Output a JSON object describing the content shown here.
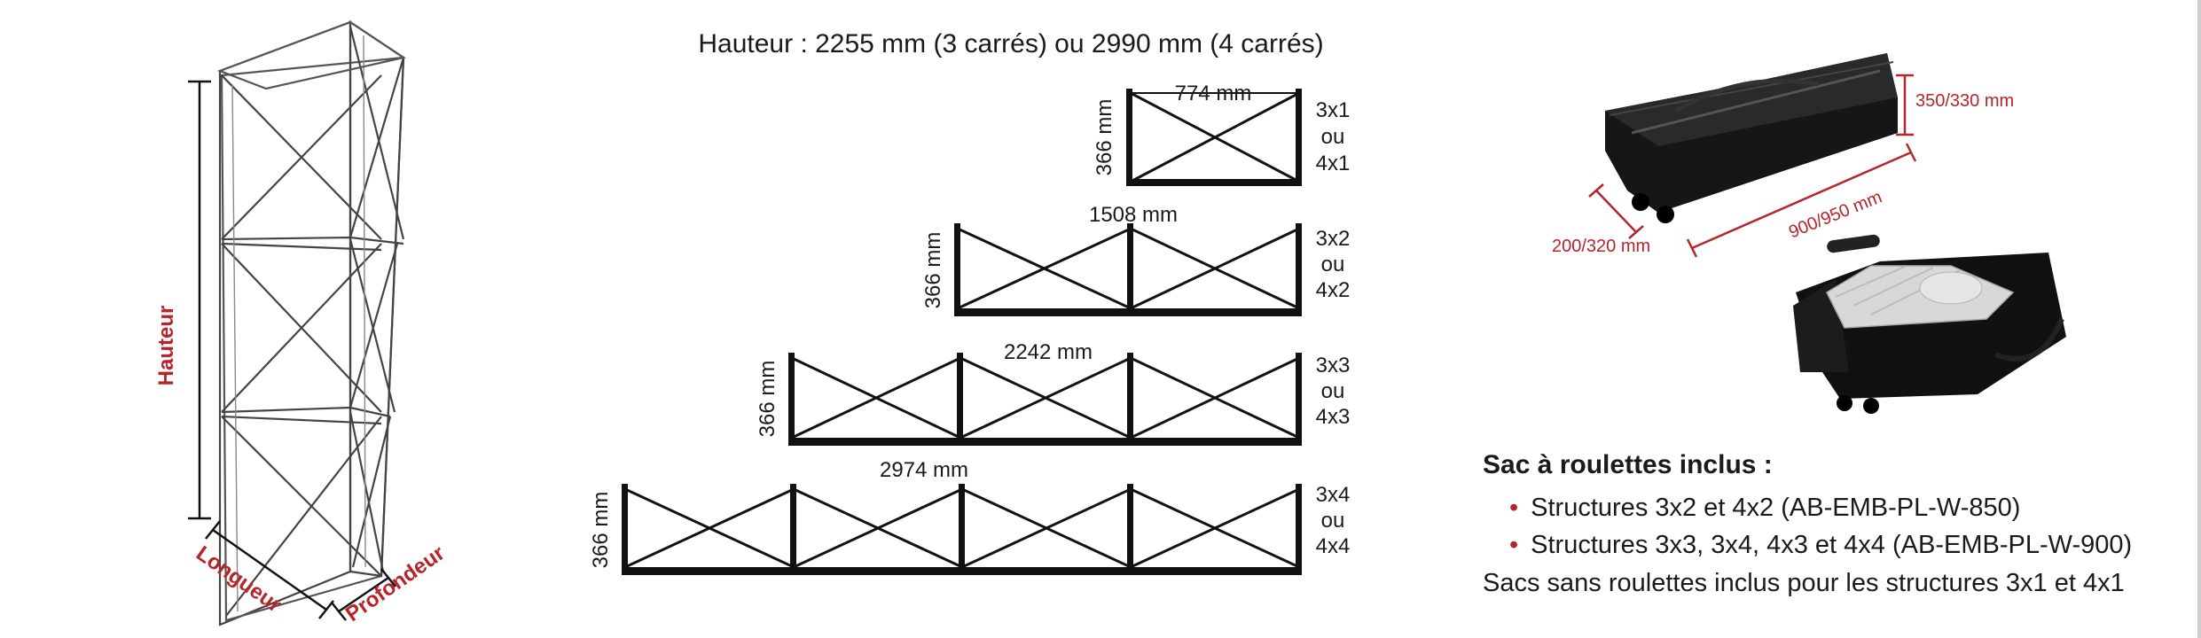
{
  "structure_labels": {
    "height": "Hauteur",
    "length": "Longueur",
    "depth": "Profondeur"
  },
  "heading": "Hauteur : 2255 mm (3 carrés) ou 2990 mm (4 carrés)",
  "frames": [
    {
      "width": "774 mm",
      "height": "366 mm",
      "config_1": "3x1",
      "config_or": "ou",
      "config_2": "4x1"
    },
    {
      "width": "1508 mm",
      "height": "366 mm",
      "config_1": "3x2",
      "config_or": "ou",
      "config_2": "4x2"
    },
    {
      "width": "2242 mm",
      "height": "366 mm",
      "config_1": "3x3",
      "config_or": "ou",
      "config_2": "4x3"
    },
    {
      "width": "2974 mm",
      "height": "366 mm",
      "config_1": "3x4",
      "config_or": "ou",
      "config_2": "4x4"
    }
  ],
  "bag_dims": {
    "height": "350/330 mm",
    "depth": "200/320 mm",
    "length": "900/950 mm"
  },
  "info": {
    "title": "Sac à roulettes inclus :",
    "items": [
      "Structures 3x2 et 4x2 (AB-EMB-PL-W-850)",
      "Structures 3x3, 3x4, 4x3 et 4x4 (AB-EMB-PL-W-900)"
    ],
    "note": "Sacs sans roulettes inclus pour les structures 3x1 et 4x1"
  },
  "colors": {
    "accent": "#b5252a",
    "ink": "#1a1a1a"
  }
}
